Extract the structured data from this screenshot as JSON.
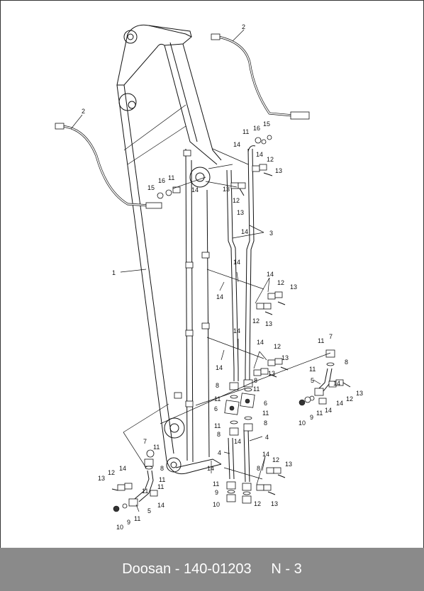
{
  "footer": {
    "brand": "Doosan",
    "separator": " - ",
    "part_number": "140-01203",
    "page": "N - 3"
  },
  "callouts": {
    "c1": "1",
    "c2a": "2",
    "c2b": "2",
    "c3": "3",
    "c4a": "4",
    "c4b": "4",
    "c5a": "5",
    "c5b": "5",
    "c6a": "6",
    "c6b": "6",
    "c7a": "7",
    "c7b": "7",
    "c8a": "8",
    "c8b": "8",
    "c8c": "8",
    "c8d": "8",
    "c8e": "8",
    "c8f": "8",
    "c8g": "8",
    "c9a": "9",
    "c9b": "9",
    "c9c": "9",
    "c10a": "10",
    "c10b": "10",
    "c10c": "10",
    "c11a": "11",
    "c11b": "11",
    "c11c": "11",
    "c11d": "11",
    "c11e": "11",
    "c11f": "11",
    "c11g": "11",
    "c11h": "11",
    "c11i": "11",
    "c11j": "11",
    "c11k": "11",
    "c11l": "11",
    "c11m": "11",
    "c11n": "11",
    "c11o": "11",
    "c12a": "12",
    "c12b": "12",
    "c12c": "12",
    "c12d": "12",
    "c12e": "12",
    "c12f": "12",
    "c12g": "12",
    "c12h": "12",
    "c12i": "12",
    "c13a": "13",
    "c13b": "13",
    "c13c": "13",
    "c13d": "13",
    "c13e": "13",
    "c13f": "13",
    "c13g": "13",
    "c13h": "13",
    "c13i": "13",
    "c13j": "13",
    "c13k": "13",
    "c14a": "14",
    "c14b": "14",
    "c14c": "14",
    "c14d": "14",
    "c14e": "14",
    "c14f": "14",
    "c14g": "14",
    "c14h": "14",
    "c14i": "14",
    "c14j": "14",
    "c14k": "14",
    "c14l": "14",
    "c14m": "14",
    "c14n": "14",
    "c14o": "14",
    "c14p": "14",
    "c14q": "14",
    "c14r": "14",
    "c15a": "15",
    "c15b": "15",
    "c16a": "16",
    "c16b": "16"
  }
}
